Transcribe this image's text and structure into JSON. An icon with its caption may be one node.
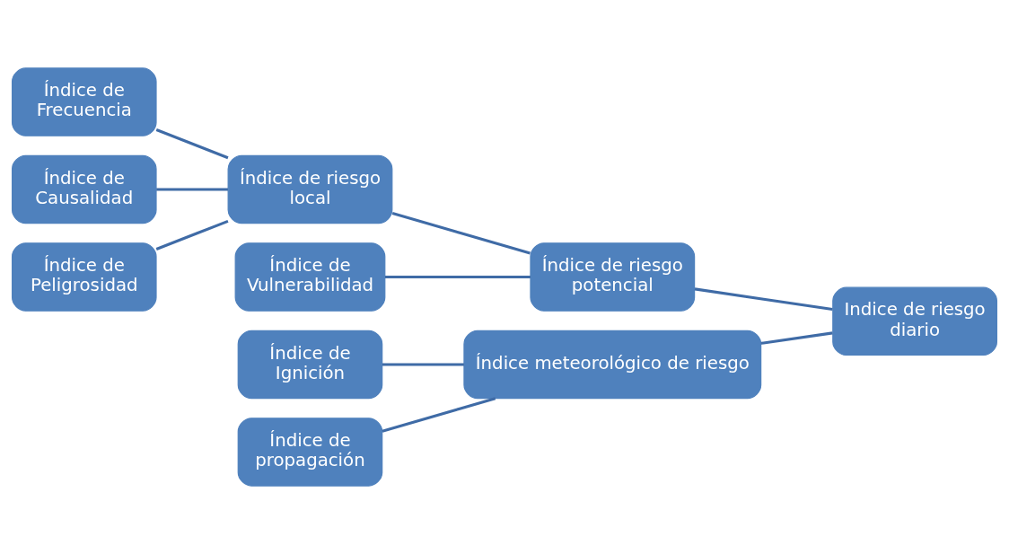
{
  "diagram": {
    "nodes": [
      {
        "text": [
          "Índice de Frecuencia"
        ]
      },
      {
        "text": [
          "Índice de Causalidad"
        ]
      },
      {
        "text": [
          "Índice de Peligrosidad"
        ]
      },
      {
        "text": [
          "Índice de riesgo local"
        ]
      },
      {
        "text": [
          "Índice de Vulnerabilidad"
        ]
      },
      {
        "text": [
          "Índice de riesgo potencial"
        ]
      },
      {
        "text": [
          "Indice de riesgo diario"
        ]
      },
      {
        "text": [
          "Índice de Ignición"
        ]
      },
      {
        "text": [
          "Índice de propagación"
        ]
      },
      {
        "text": [
          "Índice meteorológico de riesgo"
        ]
      }
    ],
    "edges": [
      {
        "from": 0,
        "to": 3,
        "arrow": "none"
      },
      {
        "from": 1,
        "to": 3,
        "arrow": "none"
      },
      {
        "from": 2,
        "to": 3,
        "arrow": "none"
      },
      {
        "from": 3,
        "to": 5,
        "arrow": "none"
      },
      {
        "from": 4,
        "to": 5,
        "arrow": "none"
      },
      {
        "from": 5,
        "to": 6,
        "arrow": "none"
      },
      {
        "from": 9,
        "to": 6,
        "arrow": "none"
      },
      {
        "from": 7,
        "to": 9,
        "arrow": "none"
      },
      {
        "from": 8,
        "to": 9,
        "arrow": "none"
      }
    ]
  }
}
